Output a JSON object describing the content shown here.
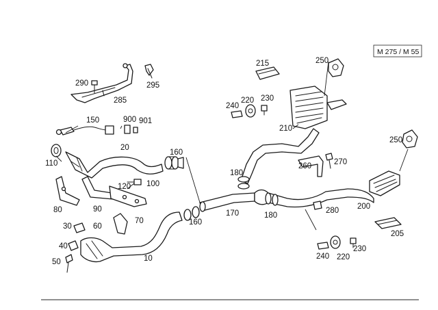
{
  "diagram": {
    "model_code": "M 275 / M 55",
    "callouts": [
      {
        "id": "c290",
        "text": "290"
      },
      {
        "id": "c285",
        "text": "285"
      },
      {
        "id": "c295",
        "text": "295"
      },
      {
        "id": "c150",
        "text": "150"
      },
      {
        "id": "c900",
        "text": "900"
      },
      {
        "id": "c901",
        "text": "901"
      },
      {
        "id": "c20",
        "text": "20"
      },
      {
        "id": "c110",
        "text": "110"
      },
      {
        "id": "c160a",
        "text": "160"
      },
      {
        "id": "c120",
        "text": "120"
      },
      {
        "id": "c100",
        "text": "100"
      },
      {
        "id": "c80",
        "text": "80"
      },
      {
        "id": "c90",
        "text": "90"
      },
      {
        "id": "c70",
        "text": "70"
      },
      {
        "id": "c30",
        "text": "30"
      },
      {
        "id": "c60",
        "text": "60"
      },
      {
        "id": "c40",
        "text": "40"
      },
      {
        "id": "c50",
        "text": "50"
      },
      {
        "id": "c10",
        "text": "10"
      },
      {
        "id": "c160b",
        "text": "160"
      },
      {
        "id": "c170",
        "text": "170"
      },
      {
        "id": "c180a",
        "text": "180"
      },
      {
        "id": "c180b",
        "text": "180"
      },
      {
        "id": "c215",
        "text": "215"
      },
      {
        "id": "c250a",
        "text": "250"
      },
      {
        "id": "c240a",
        "text": "240"
      },
      {
        "id": "c220a",
        "text": "220"
      },
      {
        "id": "c230a",
        "text": "230"
      },
      {
        "id": "c210",
        "text": "210"
      },
      {
        "id": "c260",
        "text": "260"
      },
      {
        "id": "c270",
        "text": "270"
      },
      {
        "id": "c250b",
        "text": "250"
      },
      {
        "id": "c200",
        "text": "200"
      },
      {
        "id": "c280",
        "text": "280"
      },
      {
        "id": "c205",
        "text": "205"
      },
      {
        "id": "c240b",
        "text": "240"
      },
      {
        "id": "c220b",
        "text": "220"
      },
      {
        "id": "c230b",
        "text": "230"
      }
    ]
  }
}
